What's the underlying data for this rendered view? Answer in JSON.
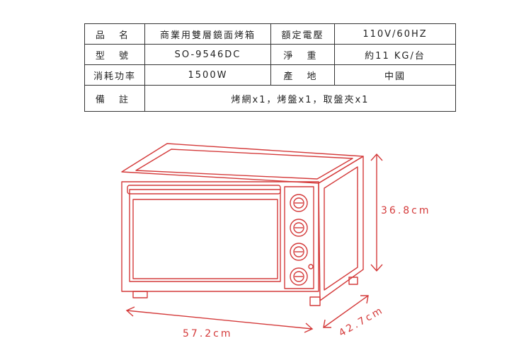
{
  "spec_table": {
    "row1": {
      "label1": "品 名",
      "value1": "商業用雙層鏡面烤箱",
      "label2": "額定電壓",
      "value2": "110V/60HZ"
    },
    "row2": {
      "label1": "型 號",
      "value1": "SO-9546DC",
      "label2": "淨 重",
      "value2": "約11 KG/台"
    },
    "row3": {
      "label1": "消耗功率",
      "value1": "1500W",
      "label2": "產 地",
      "value2": "中國"
    },
    "row4": {
      "label1": "備 註",
      "value1": "烤網x1，烤盤x1，取盤夾x1"
    }
  },
  "dimensions": {
    "height": "36.8cm",
    "width": "57.2cm",
    "depth": "42.7cm"
  },
  "colors": {
    "outline": "#d43a3a",
    "table_border": "#333333"
  }
}
